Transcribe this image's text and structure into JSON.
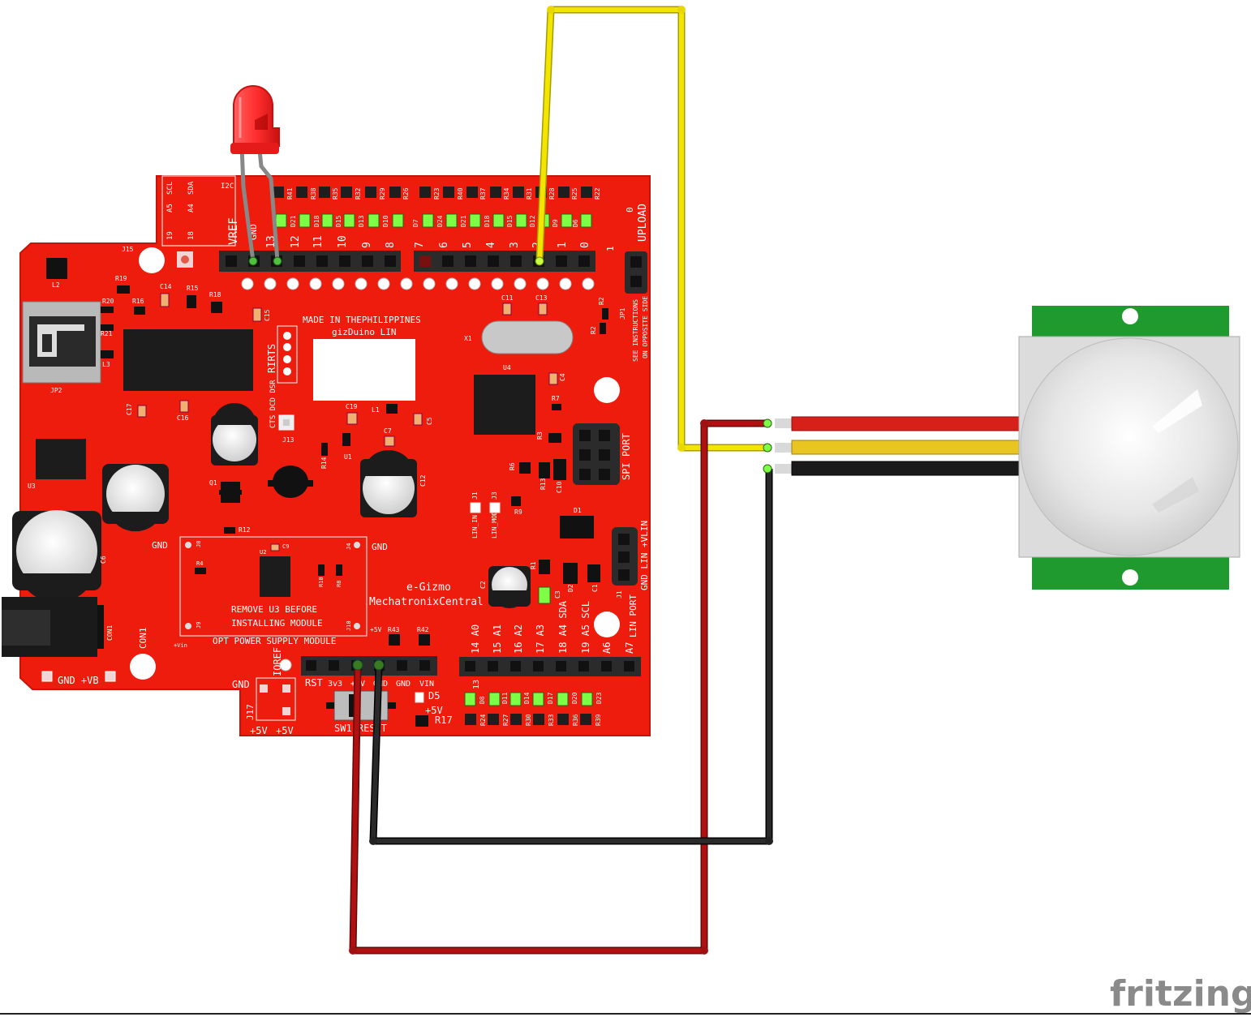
{
  "board": {
    "brand": "e-Gizmo",
    "brand_sub": "MechatronixCentral",
    "made_in": "MADE IN THEPHILIPPINES",
    "model": "gizDuino LIN",
    "remove_note_1": "REMOVE  U3  BEFORE",
    "remove_note_2": "INSTALLING MODULE",
    "opt_power": "OPT POWER  SUPPLY  MODULE",
    "upload": "UPLOAD",
    "upload_num": "0",
    "upload_pin1": "1",
    "see_instructions_1": "SEE INSTRUCTIONS",
    "see_instructions_2": "ON OPPOSITE SIDE",
    "jp1": "JP1",
    "spi_port": "SPI PORT",
    "lin_port": "LIN PORT",
    "gnd_lin_vlin": "GND LIN +VLIN",
    "rirts": "RIRTS",
    "cts_dcd_dsr": "CTS DCD DSR",
    "vref": "VREF",
    "ioref": "IOREF",
    "gnd_vb": "GND +VB",
    "con1": "CON1",
    "gnd_left": "GND",
    "gnd_module": "GND",
    "gnd_j17": "GND",
    "j17": "J17",
    "plus5v_a": "+5V",
    "plus5v_b": "+5V",
    "sw1_reset": "SW1 RESET",
    "d5_5v": "+5V",
    "vin_small": "+Vin",
    "u3": "U3",
    "d5": "D5",
    "r17": "R17",
    "lin_in": "LIN_IN",
    "lin_mode": "LIN_MODE",
    "i2c": "I2C",
    "scl": "SCL",
    "sda": "SDA",
    "a5": "A5",
    "a4": "A4",
    "n19": "19",
    "n18": "18",
    "gnd_top": "GND",
    "aref_num": "13"
  },
  "digital_pins": [
    "13",
    "12",
    "11",
    "10",
    "9",
    "8",
    "7",
    "6",
    "5",
    "4",
    "3",
    "2",
    "1",
    "0"
  ],
  "analog_labels": [
    "14 A0",
    "15 A1",
    "16 A2",
    "17 A3",
    "18 A4 SDA",
    "19 A5 SCL",
    "A6",
    "A7"
  ],
  "power_labels": [
    "RST",
    "3v3",
    "+5V",
    "GND",
    "GND",
    "VIN"
  ],
  "component_labels": {
    "x1": "X1",
    "u4": "U4",
    "u1": "U1",
    "u2": "U2",
    "c9": "C9",
    "c12": "C12",
    "c6": "C6",
    "c3": "C3",
    "c4": "C4",
    "c5": "C5",
    "c7": "C7",
    "c10": "C10",
    "c11": "C11",
    "c13": "C13",
    "c14": "C14",
    "c15": "C15",
    "c16": "C16",
    "c17": "C17",
    "c19": "C19",
    "l1": "L1",
    "l2": "L2",
    "l3": "L3",
    "r1": "R1",
    "r2": "R2",
    "r3": "R3",
    "r4": "R4",
    "r6": "R6",
    "r7": "R7",
    "r8": "R8",
    "r9": "R9",
    "r10": "R10",
    "r12": "R12",
    "r13": "R13",
    "r14": "R14",
    "r15": "R15",
    "r16": "R16",
    "r18": "R18",
    "r19": "R19",
    "r20": "R20",
    "r21": "R21",
    "r42": "R42",
    "r43": "R43",
    "d1": "D1",
    "d2": "D2",
    "q1": "Q1",
    "j1": "J1",
    "j3": "J3",
    "j4": "J4",
    "j8": "J8",
    "j9": "J9",
    "j10": "J10",
    "j13": "J13",
    "j15": "J15",
    "jp2": "JP2",
    "c1": "C1",
    "c2": "C2",
    "con1": "CON1",
    "plus5v": "+5V"
  },
  "resistor_labels": [
    "R41",
    "R38",
    "R35",
    "R32",
    "R29",
    "R26",
    "R23",
    "R40",
    "R37",
    "R34",
    "R31",
    "R28",
    "R25",
    "R22"
  ],
  "led_labels": [
    "D21",
    "D18",
    "D15",
    "D13",
    "D10",
    "D7",
    "D24",
    "D21",
    "D18",
    "D15",
    "D12",
    "D9",
    "D6"
  ],
  "bottom_led_labels": [
    "D8",
    "D11",
    "D14",
    "D17",
    "D20",
    "D23"
  ],
  "bottom_res_labels": [
    "R24",
    "R27",
    "R30",
    "R33",
    "R36",
    "R39"
  ],
  "wire_colors": {
    "red": "#b01010",
    "yellow": "#f2e600",
    "black": "#1a1a1a",
    "board": "#ee1c0c",
    "pir_green": "#1f9a2e"
  },
  "footer": {
    "logo": "fritzing"
  }
}
